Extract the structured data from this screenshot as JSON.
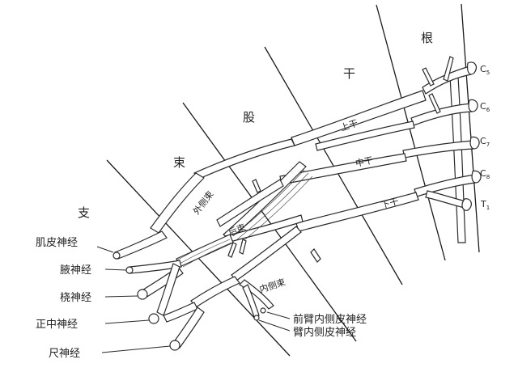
{
  "regions": {
    "root": "根",
    "trunk": "干",
    "division": "股",
    "cord": "束",
    "branch": "支"
  },
  "roots": {
    "c5": "C",
    "c6": "C",
    "c7": "C",
    "c8": "C",
    "t1": "T"
  },
  "root_subscripts": {
    "c5": "5",
    "c6": "6",
    "c7": "7",
    "c8": "8",
    "t1": "1"
  },
  "trunks": {
    "upper": "上干",
    "middle": "中干",
    "lower": "下干"
  },
  "cords": {
    "lateral": "外侧束",
    "posterior": "后束",
    "medial": "内侧束"
  },
  "branches": {
    "musculocutaneous": "肌皮神经",
    "axillary": "腋神经",
    "radial": "桡神经",
    "median": "正中神经",
    "ulnar": "尺神经",
    "medial_antebrachial_cutaneous": "前臂内侧皮神经",
    "medial_brachial_cutaneous": "臂内侧皮神经"
  }
}
